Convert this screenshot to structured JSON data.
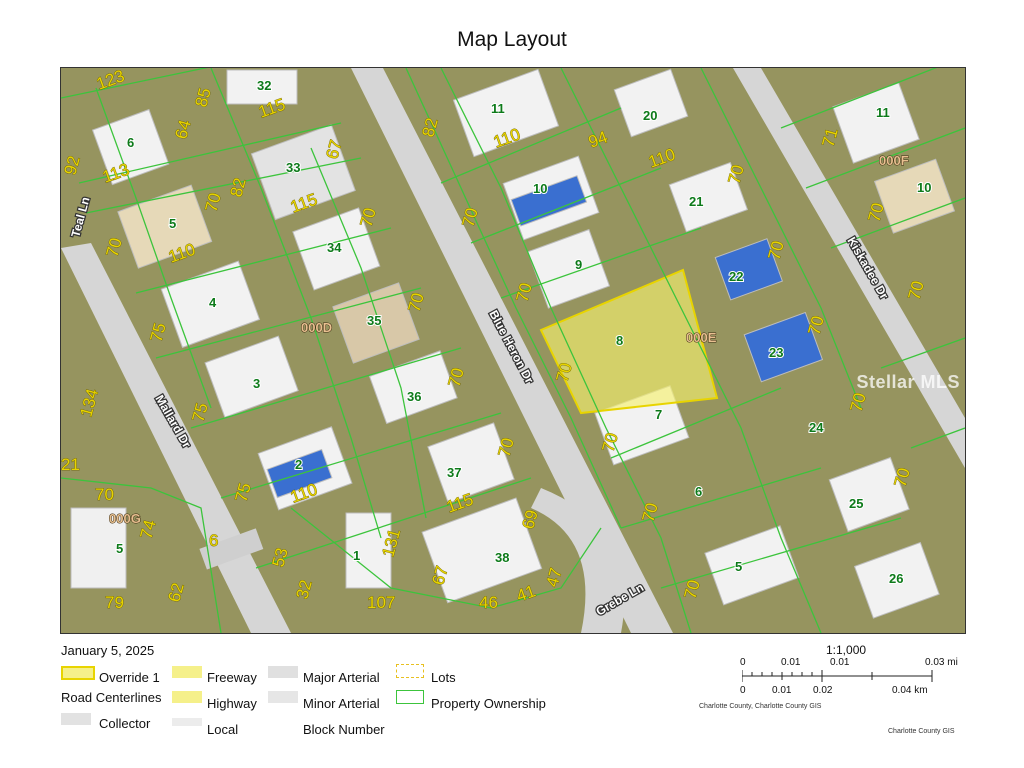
{
  "title": "Map Layout",
  "date": "January 5, 2025",
  "watermark": "Stellar MLS",
  "legend": {
    "override": "Override 1",
    "road_centerlines": "Road Centerlines",
    "collector": "Collector",
    "freeway": "Freeway",
    "highway": "Highway",
    "local": "Local",
    "major_arterial": "Major Arterial",
    "minor_arterial": "Minor Arterial",
    "block_number": "Block Number",
    "lots": "Lots",
    "property_ownership": "Property Ownership"
  },
  "scale": {
    "ratio": "1:1,000",
    "mi_ticks": [
      "0",
      "0.01",
      "0.01",
      "0.03 mi"
    ],
    "km_ticks": [
      "0",
      "0.01",
      "0.02",
      "0.04 km"
    ],
    "credit_small": "Charlotte County, Charlotte County GIS",
    "credit_right": "Charlotte County GIS"
  },
  "colors": {
    "override": "#f5f08a",
    "property_ownership": "#3cc43c",
    "lots": "#e8c020",
    "road": "#d9d9d9",
    "highlight_parcel": "#f5ef6e"
  },
  "streets": {
    "teal": "Teal Ln",
    "mallard": "Mallard Dr",
    "blue_heron": "Blue Heron Dr",
    "kiskadee": "Kiskadee Dr",
    "grebe": "Grebe Ln"
  },
  "blocks": [
    "000D",
    "000E",
    "000F",
    "000G"
  ],
  "lot_numbers": [
    "32",
    "6",
    "5",
    "4",
    "3",
    "2",
    "5",
    "1",
    "33",
    "34",
    "35",
    "36",
    "37",
    "38",
    "11",
    "10",
    "9",
    "8",
    "7",
    "6",
    "5",
    "20",
    "21",
    "22",
    "23",
    "24",
    "25",
    "26",
    "11",
    "10"
  ],
  "dimensions": [
    "123",
    "85",
    "115",
    "64",
    "92",
    "113",
    "70",
    "82",
    "115",
    "67",
    "70",
    "110",
    "70",
    "75",
    "75",
    "70",
    "75",
    "110",
    "70",
    "53",
    "131",
    "67",
    "32",
    "107",
    "46",
    "41",
    "47",
    "69",
    "115",
    "70",
    "70",
    "82",
    "110",
    "94",
    "110",
    "70",
    "70",
    "70",
    "70",
    "70",
    "70",
    "70",
    "70",
    "70",
    "71",
    "70",
    "70",
    "70",
    "134",
    "21",
    "70",
    "74",
    "6",
    "79",
    "62"
  ]
}
